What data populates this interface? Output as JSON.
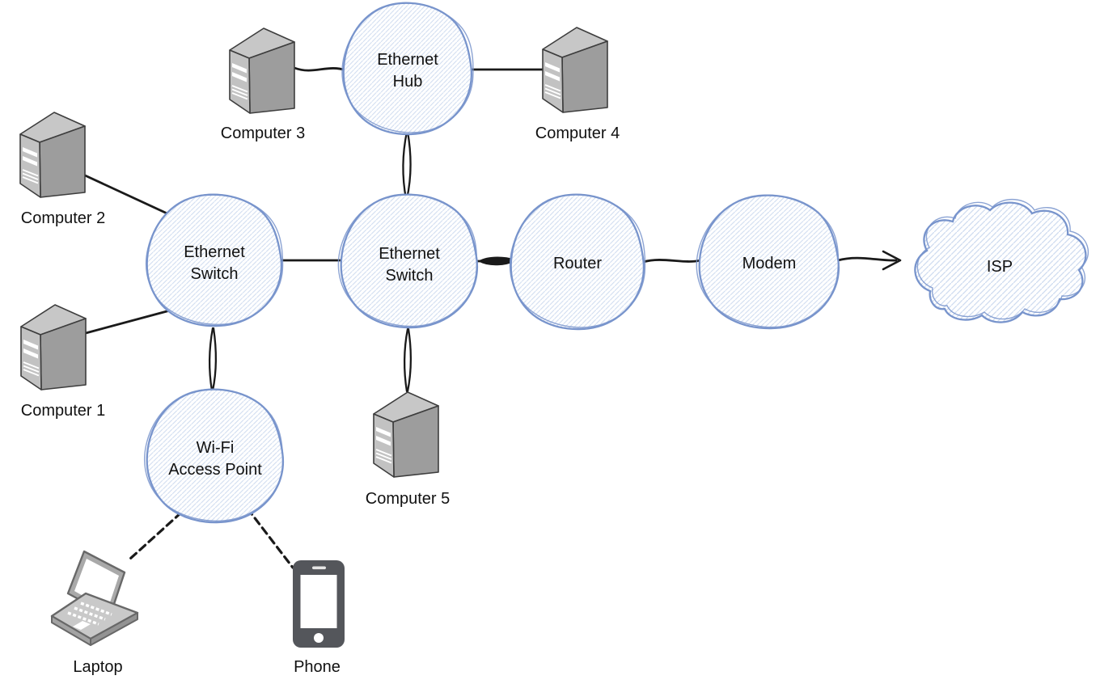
{
  "diagram": {
    "type": "network-topology",
    "background": "#ffffff",
    "colors": {
      "node_stroke": "#7894cc",
      "node_hatch": "#cfdcf0",
      "connector": "#1a1a1a",
      "text": "#111111",
      "device_front": "#c2c2c2",
      "device_top": "#c7c7c7",
      "device_side": "#9d9d9d",
      "device_outline": "#3d3d3d",
      "phone_body": "#54565b"
    },
    "nodes": {
      "ethernet_hub": {
        "line1": "Ethernet",
        "line2": "Hub"
      },
      "ethernet_switch_left": {
        "line1": "Ethernet",
        "line2": "Switch"
      },
      "ethernet_switch_center": {
        "line1": "Ethernet",
        "line2": "Switch"
      },
      "router": {
        "label": "Router"
      },
      "modem": {
        "label": "Modem"
      },
      "isp": {
        "label": "ISP"
      },
      "wifi_access_point": {
        "line1": "Wi-Fi",
        "line2": "Access Point"
      }
    },
    "devices": {
      "computer1": {
        "label": "Computer 1"
      },
      "computer2": {
        "label": "Computer 2"
      },
      "computer3": {
        "label": "Computer 3"
      },
      "computer4": {
        "label": "Computer 4"
      },
      "computer5": {
        "label": "Computer 5"
      },
      "laptop": {
        "label": "Laptop"
      },
      "phone": {
        "label": "Phone"
      }
    },
    "connections": [
      {
        "from": "Computer 2",
        "to": "Ethernet Switch (left)",
        "style": "solid"
      },
      {
        "from": "Computer 1",
        "to": "Ethernet Switch (left)",
        "style": "solid"
      },
      {
        "from": "Computer 3",
        "to": "Ethernet Hub",
        "style": "solid"
      },
      {
        "from": "Computer 4",
        "to": "Ethernet Hub",
        "style": "solid"
      },
      {
        "from": "Ethernet Hub",
        "to": "Ethernet Switch (center)",
        "style": "solid"
      },
      {
        "from": "Ethernet Switch (left)",
        "to": "Ethernet Switch (center)",
        "style": "solid"
      },
      {
        "from": "Ethernet Switch (left)",
        "to": "Wi-Fi Access Point",
        "style": "solid"
      },
      {
        "from": "Ethernet Switch (center)",
        "to": "Router",
        "style": "solid"
      },
      {
        "from": "Ethernet Switch (center)",
        "to": "Computer 5",
        "style": "solid"
      },
      {
        "from": "Router",
        "to": "Modem",
        "style": "solid"
      },
      {
        "from": "Modem",
        "to": "ISP",
        "style": "arrow"
      },
      {
        "from": "Wi-Fi Access Point",
        "to": "Laptop",
        "style": "dashed"
      },
      {
        "from": "Wi-Fi Access Point",
        "to": "Phone",
        "style": "dashed"
      }
    ]
  }
}
